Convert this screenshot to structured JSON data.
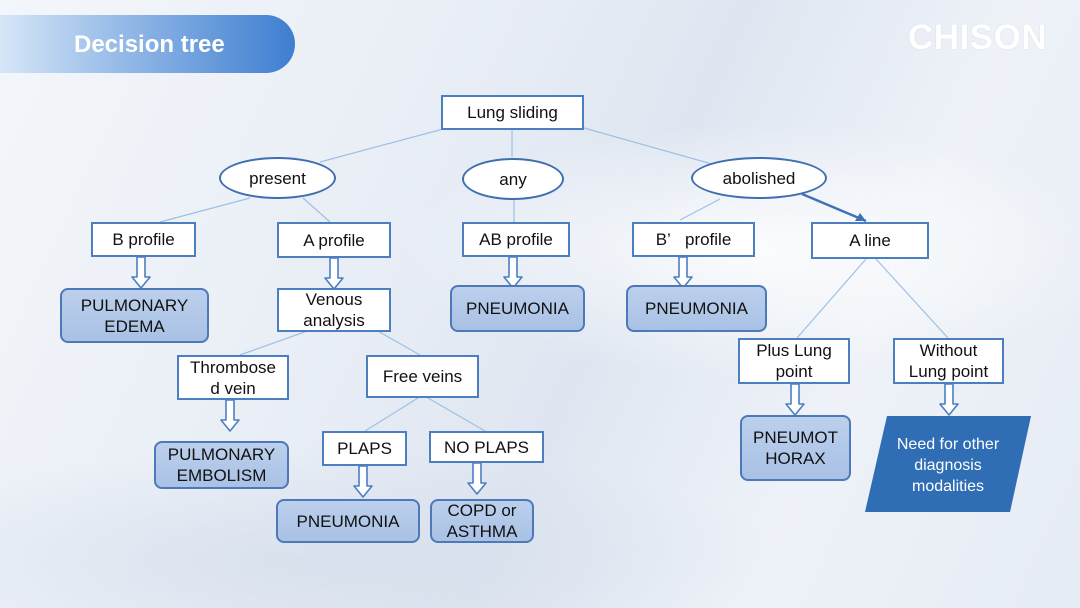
{
  "header": {
    "title": "Decision tree",
    "brand": "CHISON"
  },
  "tree": {
    "root": "Lung sliding",
    "present": "present",
    "any": "any",
    "abolished": "abolished",
    "b_profile": "B profile",
    "a_profile": "A profile",
    "ab_profile": "AB profile",
    "b_prime_profile": "B’   profile",
    "a_line": "A line",
    "pulmonary_edema": "PULMONARY EDEMA",
    "venous_analysis": "Venous analysis",
    "pneumonia_ab": "PNEUMONIA",
    "pneumonia_bprime": "PNEUMONIA",
    "plus_lung_point": "Plus Lung point",
    "without_lung_point": "Without Lung point",
    "thrombosed_vein": "Thrombosed vein",
    "free_veins": "Free veins",
    "pneumothorax": "PNEUMOTHORAX",
    "need_other": "Need for other diagnosis modalities",
    "pulmonary_embolism": "PULMONARY EMBOLISM",
    "plaps": "PLAPS",
    "no_plaps": "NO PLAPS",
    "pneumonia_plaps": "PNEUMONIA",
    "copd_asthma": "COPD or ASTHMA"
  },
  "colors": {
    "box_border": "#4c7fc0",
    "result_fill": "#b3c9ea",
    "dark_fill": "#2f6db5",
    "title_banner": "#3e7ed0"
  }
}
